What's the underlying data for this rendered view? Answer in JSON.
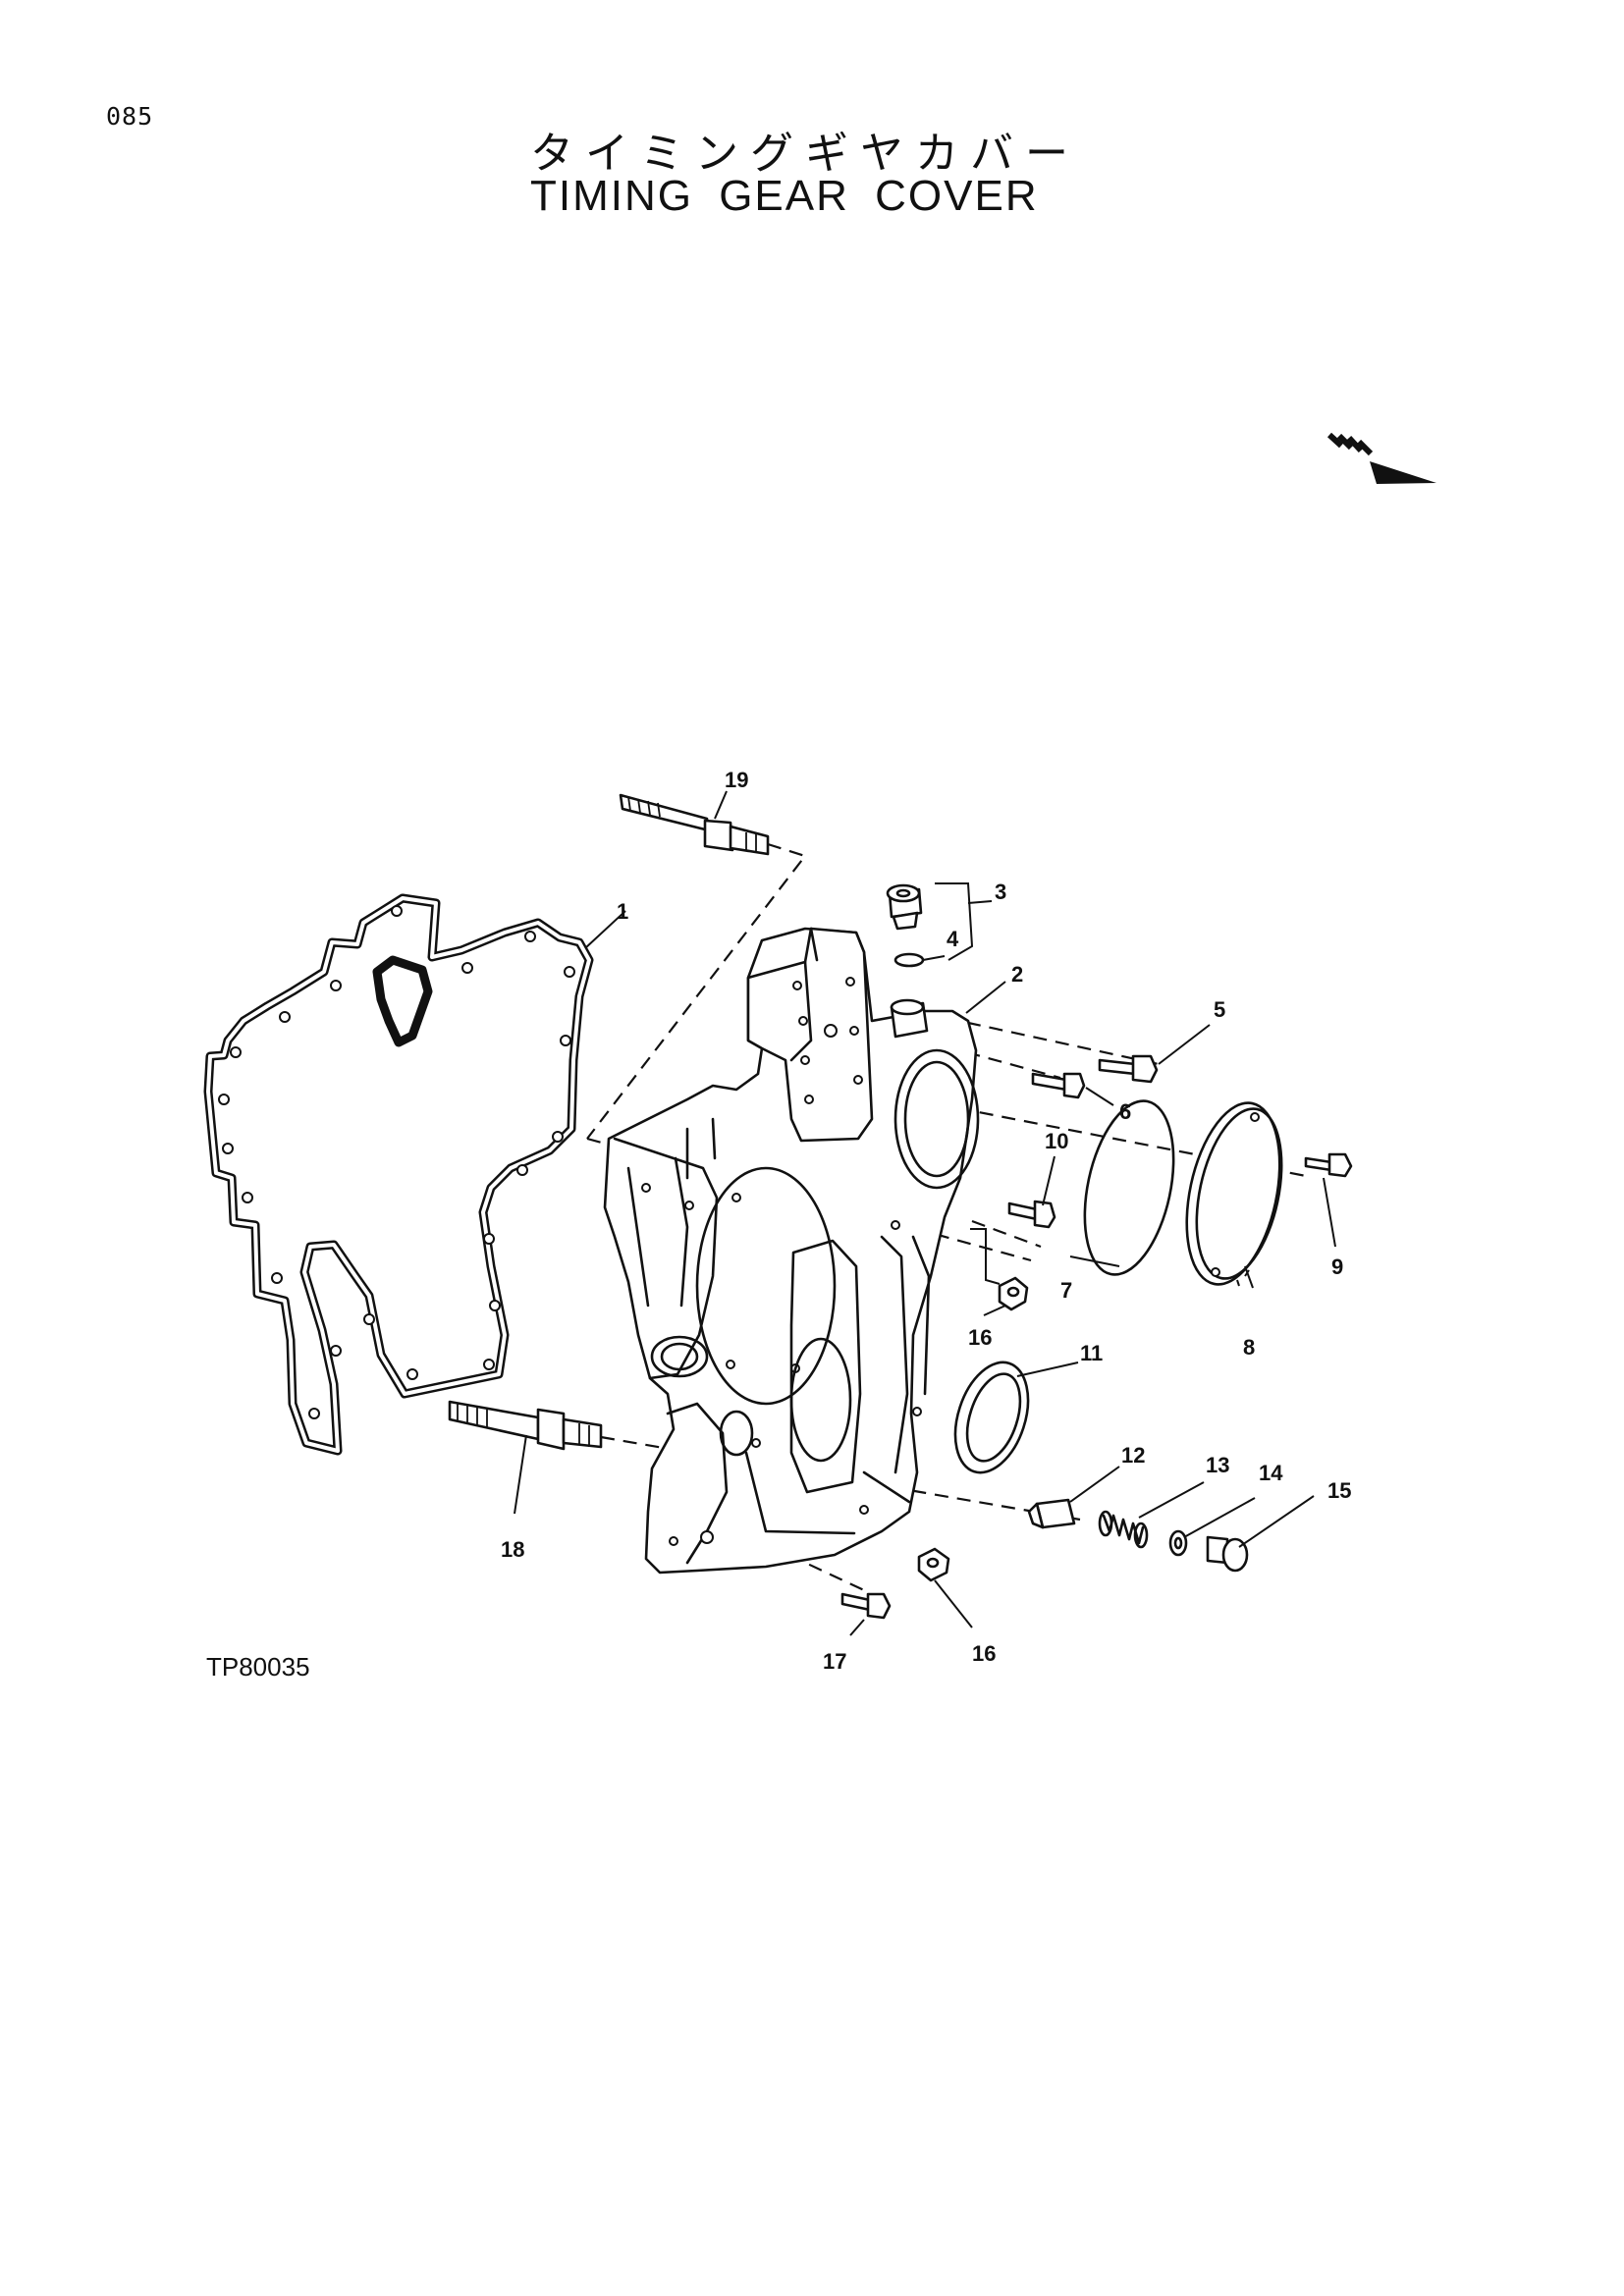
{
  "page": {
    "number": "085",
    "title_jp": "タイミングギヤカバー",
    "title_en": "TIMING GEAR COVER",
    "figure_code": "TP80035"
  },
  "callouts": [
    "1",
    "2",
    "3",
    "4",
    "5",
    "6",
    "7",
    "8",
    "9",
    "10",
    "11",
    "12",
    "13",
    "14",
    "15",
    "16",
    "16",
    "17",
    "18",
    "19"
  ],
  "icons": {
    "direction_arrow": "front-direction-arrow-icon"
  }
}
